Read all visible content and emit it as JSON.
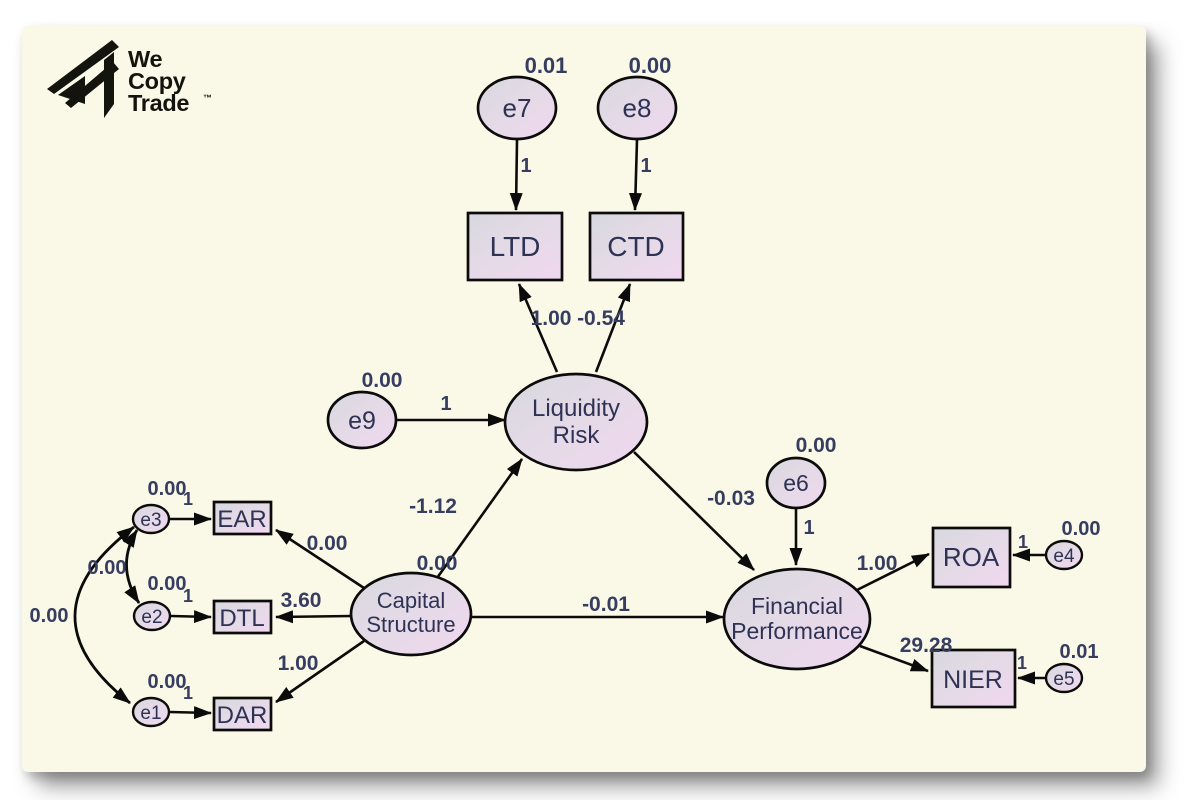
{
  "logo": {
    "word1": "We",
    "word2": "Copy",
    "word3": "Trade",
    "tm": "™"
  },
  "nodes": {
    "latent": {
      "liquidity_risk": {
        "line1": "Liquidity",
        "line2": "Risk"
      },
      "capital_structure": {
        "line1": "Capital",
        "line2": "Structure",
        "variance": "0.00"
      },
      "financial_performance": {
        "line1": "Financial",
        "line2": "Performance"
      }
    },
    "observed": {
      "ltd": {
        "label": "LTD"
      },
      "ctd": {
        "label": "CTD"
      },
      "ear": {
        "label": "EAR"
      },
      "dtl": {
        "label": "DTL"
      },
      "dar": {
        "label": "DAR"
      },
      "roa": {
        "label": "ROA"
      },
      "nier": {
        "label": "NIER"
      }
    },
    "errors": {
      "e1": {
        "label": "e1",
        "variance": "0.00",
        "loading": "1"
      },
      "e2": {
        "label": "e2",
        "variance": "0.00",
        "loading": "1"
      },
      "e3": {
        "label": "e3",
        "variance": "0.00",
        "loading": "1"
      },
      "e4": {
        "label": "e4",
        "variance": "0.00",
        "loading": "1"
      },
      "e5": {
        "label": "e5",
        "variance": "0.01",
        "loading": "1"
      },
      "e6": {
        "label": "e6",
        "variance": "0.00",
        "loading": "1"
      },
      "e7": {
        "label": "e7",
        "variance": "0.01",
        "loading": "1"
      },
      "e8": {
        "label": "e8",
        "variance": "0.00",
        "loading": "1"
      },
      "e9": {
        "label": "e9",
        "variance": "0.00",
        "loading": "1"
      }
    }
  },
  "paths": {
    "lr_to_ltd": "1.00",
    "lr_to_ctd": "-0.54",
    "cs_to_lr": "-1.12",
    "lr_to_fp": "-0.03",
    "cs_to_fp": "-0.01",
    "cs_to_ear": "0.00",
    "cs_to_dtl": "3.60",
    "cs_to_dar": "1.00",
    "fp_to_roa": "1.00",
    "fp_to_nier": "29.28"
  },
  "covariances": {
    "e3_e2": "0.00",
    "e3_e1": "0.00"
  },
  "colors": {
    "card_background": "#FAF9E7",
    "node_fill_start": "#D7D8DE",
    "node_fill_end": "#F0D7EF",
    "label_text": "#363D60",
    "node_text": "#2E3254"
  }
}
